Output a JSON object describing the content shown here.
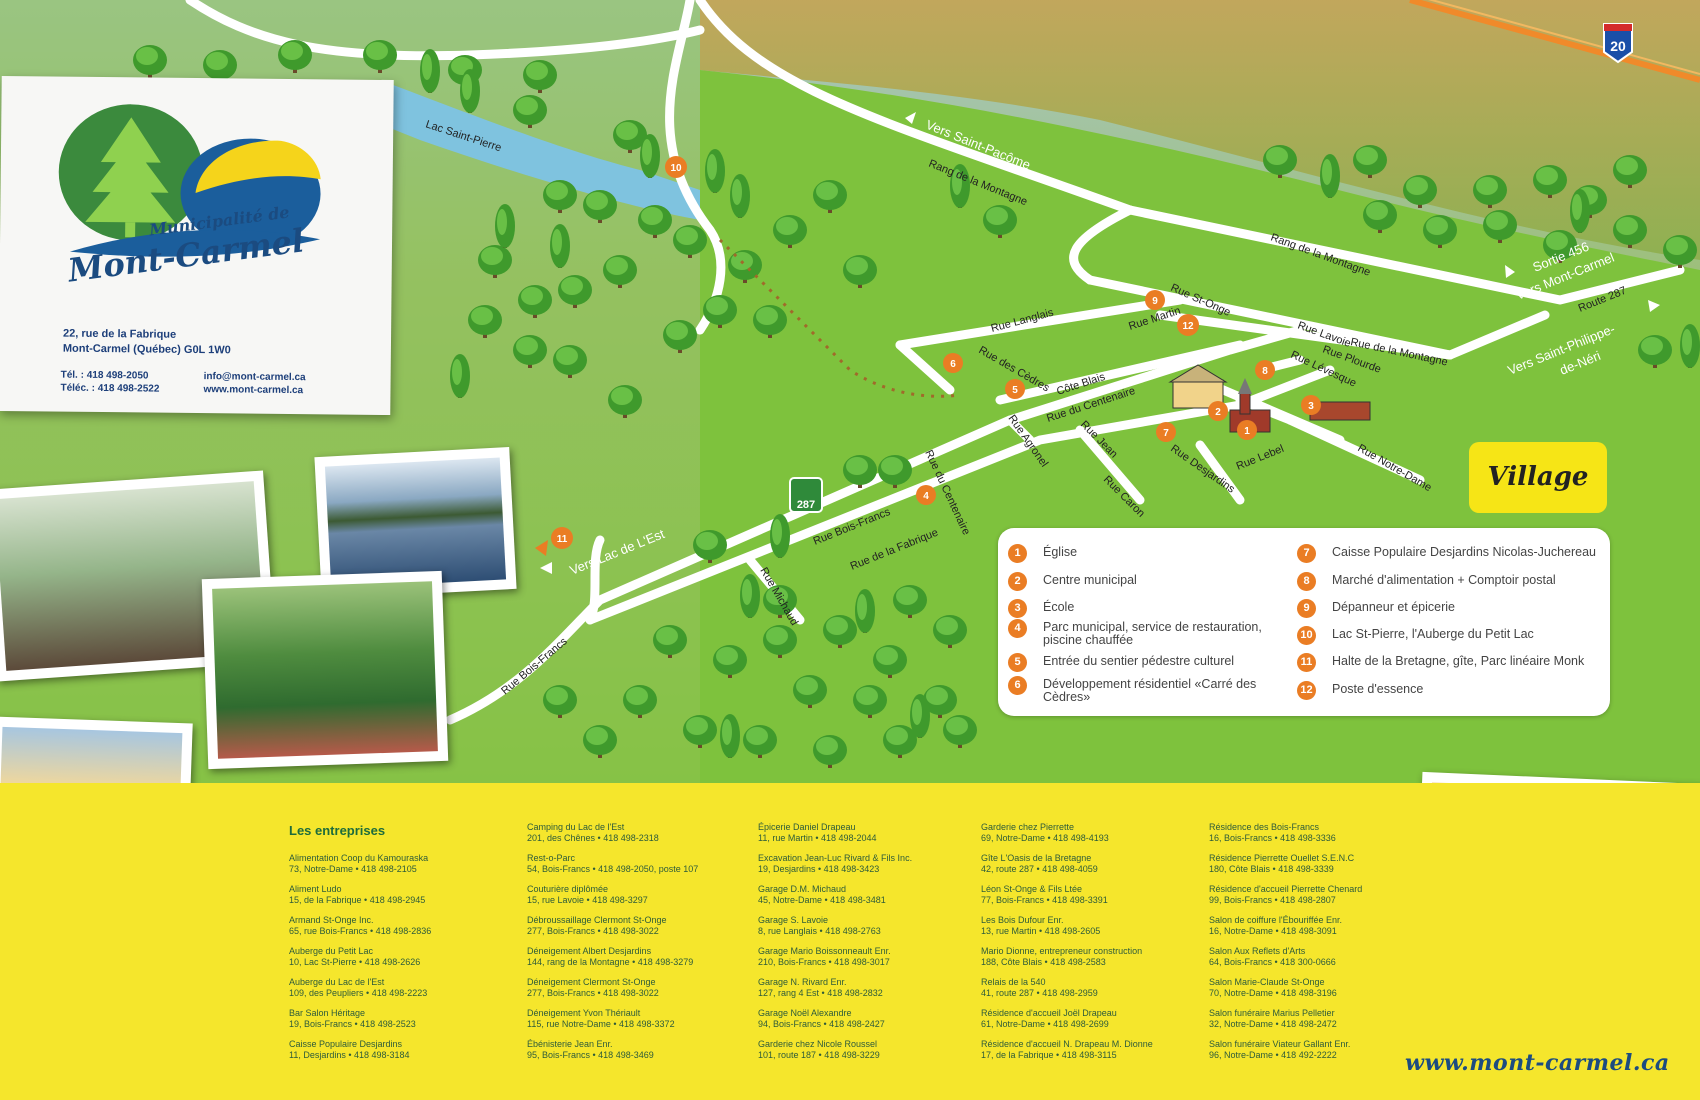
{
  "brand": {
    "logo_line1": "Municipalité de",
    "logo_line2": "Mont-Carmel",
    "address_line1": "22, rue de la Fabrique",
    "address_line2": "Mont-Carmel (Québec)  G0L 1W0",
    "tel": "Tél. : 418 498-2050",
    "fax": "Téléc. : 418 498-2522",
    "email": "info@mont-carmel.ca",
    "web": "www.mont-carmel.ca"
  },
  "map": {
    "lake_label": "Lac Saint-Pierre",
    "directions": {
      "saint_pacome": "Vers Saint-Pacôme",
      "lac_est": "Vers Lac de L'Est",
      "sortie456": "Sortie 456",
      "vers_mont_carmel": "Vers Mont-Carmel",
      "route287_right": "Route 287",
      "saint_philippe_1": "Vers Saint-Philippe-",
      "saint_philippe_2": "de-Néri"
    },
    "highway_shield": "20",
    "route_shield": "287",
    "streets": {
      "rang_montagne_1": "Rang de la Montagne",
      "rang_montagne_2": "Rang de la Montagne",
      "rue_montagne": "Rue de la Montagne",
      "rue_st_onge": "Rue St-Onge",
      "rue_martin": "Rue Martin",
      "rue_langlais": "Rue Langlais",
      "rue_cedres": "Rue des Cèdres",
      "cote_blais": "Côte Blais",
      "rue_centenaire": "Rue du Centenaire",
      "rue_agronel": "Rue Agronel",
      "rue_jean": "Rue Jean",
      "rue_caron": "Rue Caron",
      "rue_desjardins": "Rue Desjardins",
      "rue_lebel": "Rue Lebel",
      "rue_notre_dame": "Rue Notre-Dame",
      "rue_lavoie": "Rue Lavoie",
      "rue_plourde": "Rue Plourde",
      "rue_leveque": "Rue Lévesque",
      "rue_du_centenaire_2": "Rue du Centenaire",
      "rue_bois_francs": "Rue Bois-Francs",
      "rue_bois_francs_2": "Rue Bois-Francs",
      "rue_fabrique": "Rue de la Fabrique",
      "rue_michaud": "Rue Michaud"
    },
    "village_badge": "Village"
  },
  "legend": [
    {
      "num": "1",
      "label": "Église"
    },
    {
      "num": "2",
      "label": "Centre municipal"
    },
    {
      "num": "3",
      "label": "École"
    },
    {
      "num": "4",
      "label": "Parc municipal, service de restauration, piscine chauffée"
    },
    {
      "num": "5",
      "label": "Entrée du sentier pédestre culturel"
    },
    {
      "num": "6",
      "label": "Développement résidentiel «Carré des Cèdres»"
    },
    {
      "num": "7",
      "label": "Caisse Populaire Desjardins Nicolas-Juchereau"
    },
    {
      "num": "8",
      "label": "Marché d'alimentation + Comptoir postal"
    },
    {
      "num": "9",
      "label": "Dépanneur et épicerie"
    },
    {
      "num": "10",
      "label": "Lac St-Pierre, l'Auberge du Petit Lac"
    },
    {
      "num": "11",
      "label": "Halte de la Bretagne, gîte, Parc linéaire Monk"
    },
    {
      "num": "12",
      "label": "Poste d'essence"
    }
  ],
  "businesses": {
    "heading": "Les entreprises",
    "columns": [
      [
        {
          "name": "Alimentation Coop du Kamouraska",
          "detail": "73, Notre-Dame • 418 498-2105"
        },
        {
          "name": "Aliment Ludo",
          "detail": "15, de la Fabrique • 418 498-2945"
        },
        {
          "name": "Armand St-Onge Inc.",
          "detail": "65, rue Bois-Francs • 418 498-2836"
        },
        {
          "name": "Auberge du Petit Lac",
          "detail": "10, Lac St-Pierre • 418 498-2626"
        },
        {
          "name": "Auberge du Lac de l'Est",
          "detail": "109, des Peupliers • 418 498-2223"
        },
        {
          "name": "Bar Salon Héritage",
          "detail": "19, Bois-Francs • 418 498-2523"
        },
        {
          "name": "Caisse Populaire Desjardins",
          "detail": "11, Desjardins • 418 498-3184"
        }
      ],
      [
        {
          "name": "Camping du Lac de l'Est",
          "detail": "201, des Chênes • 418 498-2318"
        },
        {
          "name": "Rest-o-Parc",
          "detail": "54, Bois-Francs • 418 498-2050, poste 107"
        },
        {
          "name": "Couturière diplômée",
          "detail": "15, rue Lavoie • 418 498-3297"
        },
        {
          "name": "Débroussaillage Clermont St-Onge",
          "detail": "277, Bois-Francs • 418 498-3022"
        },
        {
          "name": "Déneigement Albert Desjardins",
          "detail": "144, rang de la Montagne • 418 498-3279"
        },
        {
          "name": "Déneigement Clermont St-Onge",
          "detail": "277, Bois-Francs • 418 498-3022"
        },
        {
          "name": "Déneigement Yvon Thériault",
          "detail": "115, rue Notre-Dame • 418 498-3372"
        },
        {
          "name": "Ébénisterie Jean Enr.",
          "detail": "95, Bois-Francs • 418 498-3469"
        }
      ],
      [
        {
          "name": "Épicerie Daniel Drapeau",
          "detail": "11, rue Martin • 418 498-2044"
        },
        {
          "name": "Excavation Jean-Luc Rivard & Fils Inc.",
          "detail": "19, Desjardins • 418 498-3423"
        },
        {
          "name": "Garage D.M. Michaud",
          "detail": "45, Notre-Dame • 418 498-3481"
        },
        {
          "name": "Garage S. Lavoie",
          "detail": "8, rue Langlais • 418 498-2763"
        },
        {
          "name": "Garage Mario Boissonneault Enr.",
          "detail": "210, Bois-Francs • 418 498-3017"
        },
        {
          "name": "Garage N. Rivard Enr.",
          "detail": "127, rang 4 Est • 418 498-2832"
        },
        {
          "name": "Garage Noël Alexandre",
          "detail": "94, Bois-Francs • 418 498-2427"
        },
        {
          "name": "Garderie chez Nicole Roussel",
          "detail": "101, route 187 • 418 498-3229"
        }
      ],
      [
        {
          "name": "Garderie chez Pierrette",
          "detail": "69, Notre-Dame • 418 498-4193"
        },
        {
          "name": "Gîte L'Oasis de la Bretagne",
          "detail": "42, route 287 • 418 498-4059"
        },
        {
          "name": "Léon St-Onge & Fils Ltée",
          "detail": "77, Bois-Francs • 418 498-3391"
        },
        {
          "name": "Les Bois Dufour Enr.",
          "detail": "13, rue Martin • 418 498-2605"
        },
        {
          "name": "Mario Dionne, entrepreneur construction",
          "detail": "188, Côte Blais • 418 498-2583"
        },
        {
          "name": "Relais de la 540",
          "detail": "41, route 287 • 418 498-2959"
        },
        {
          "name": "Résidence d'accueil Joël Drapeau",
          "detail": "61, Notre-Dame • 418 498-2699"
        },
        {
          "name": "Résidence d'accueil N. Drapeau M. Dionne",
          "detail": "17, de la Fabrique • 418 498-3115"
        }
      ],
      [
        {
          "name": "Résidence des Bois-Francs",
          "detail": "16, Bois-Francs • 418 498-3336"
        },
        {
          "name": "Résidence Pierrette Ouellet S.E.N.C",
          "detail": "180, Côte Blais • 418 498-3339"
        },
        {
          "name": "Résidence d'accueil Pierrette Chenard",
          "detail": "99, Bois-Francs • 418 498-2807"
        },
        {
          "name": "Salon de coiffure l'Ébouriffée Enr.",
          "detail": "16, Notre-Dame • 418 498-3091"
        },
        {
          "name": "Salon Aux Reflets d'Arts",
          "detail": "64, Bois-Francs • 418 300-0666"
        },
        {
          "name": "Salon Marie-Claude St-Onge",
          "detail": "70, Notre-Dame • 418 498-3196"
        },
        {
          "name": "Salon funéraire Marius Pelletier",
          "detail": "32, Notre-Dame • 418 498-2472"
        },
        {
          "name": "Salon funéraire Viateur Gallant Enr.",
          "detail": "96, Notre-Dame • 418 492-2222"
        }
      ]
    ]
  },
  "footer_url": "www.mont-carmel.ca",
  "colors": {
    "accent_orange": "#ea7d24",
    "grass": "#7fbf3a",
    "yellow": "#f5e62c",
    "navy": "#1d3f7a",
    "green_text": "#1e6c3b"
  }
}
